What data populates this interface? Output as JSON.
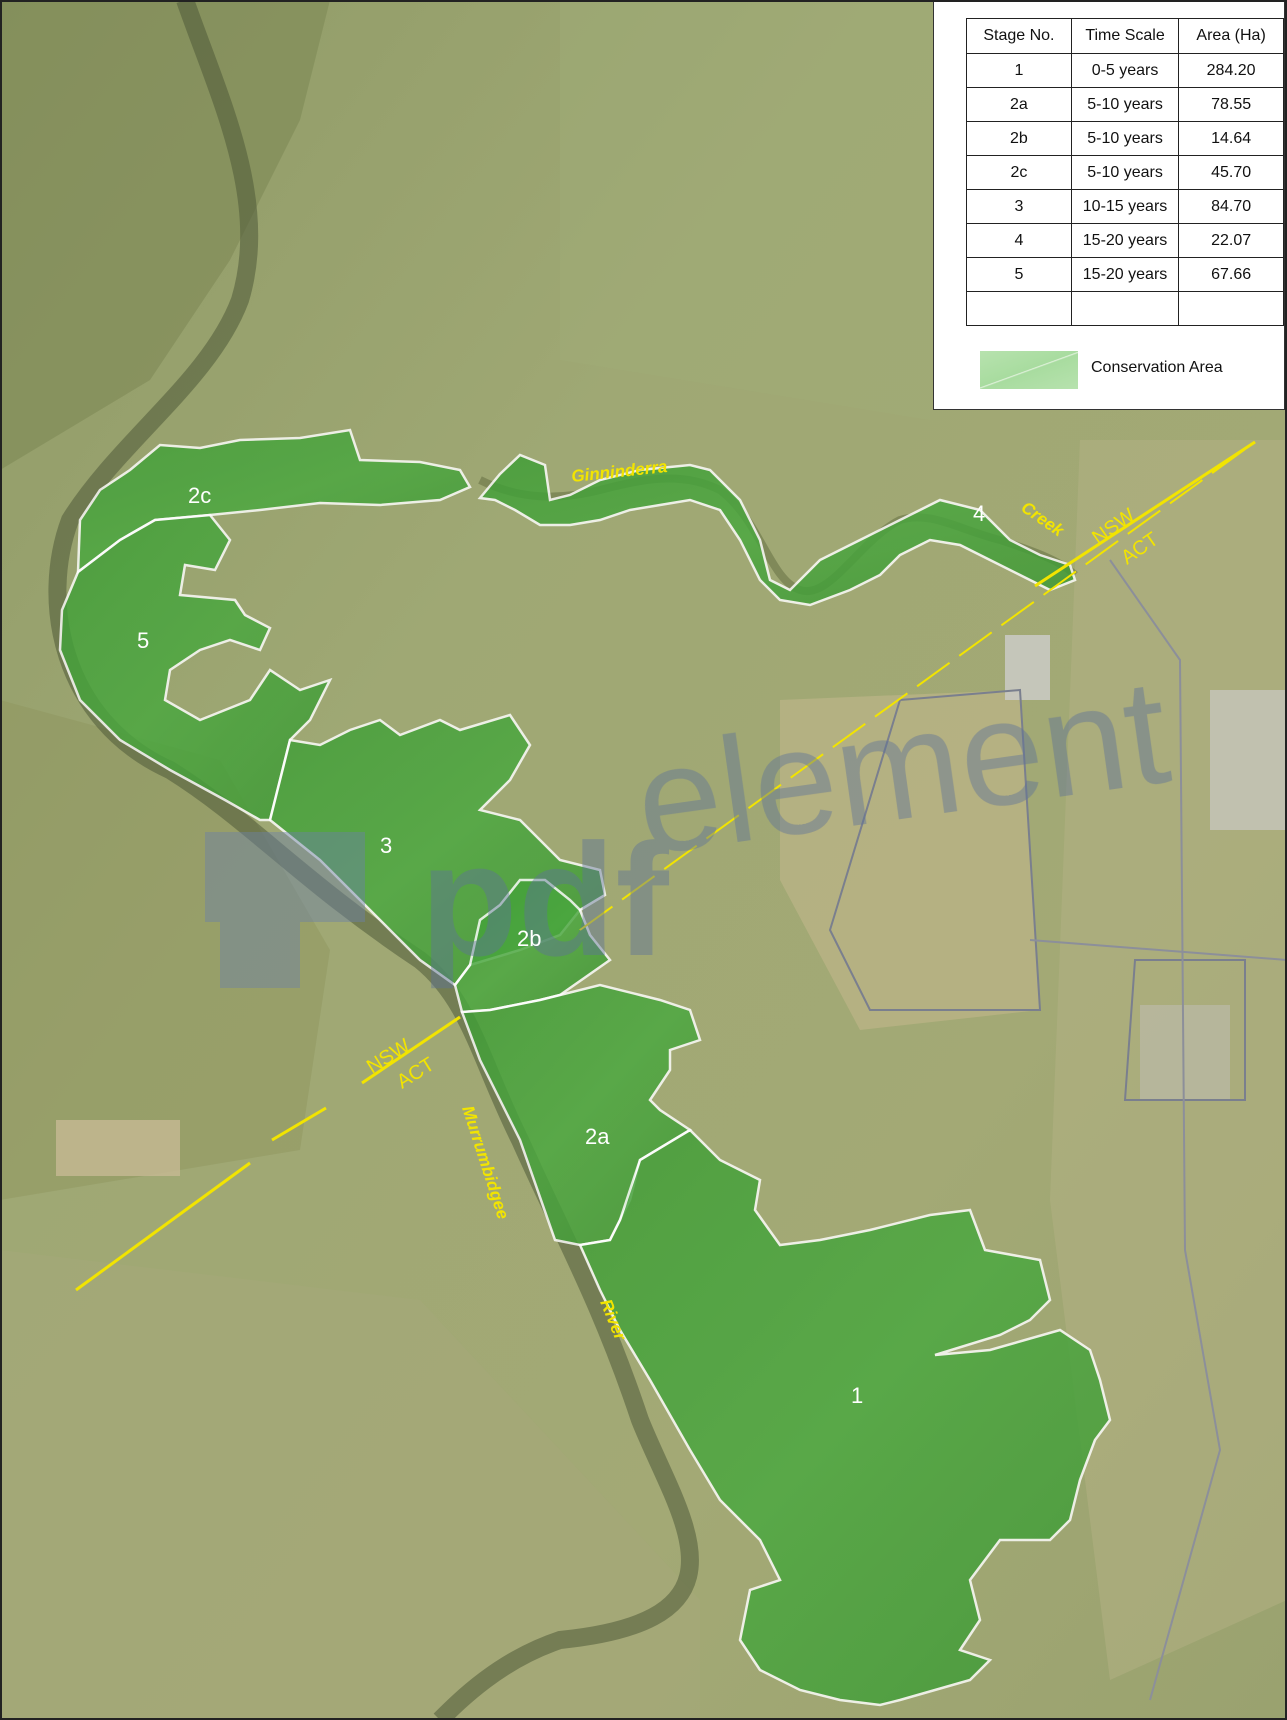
{
  "legend": {
    "headers": [
      "Stage No.",
      "Time Scale",
      "Area (Ha)"
    ],
    "rows": [
      [
        "1",
        "0-5 years",
        "284.20"
      ],
      [
        "2a",
        "5-10 years",
        "78.55"
      ],
      [
        "2b",
        "5-10 years",
        "14.64"
      ],
      [
        "2c",
        "5-10 years",
        "45.70"
      ],
      [
        "3",
        "10-15 years",
        "84.70"
      ],
      [
        "4",
        "15-20 years",
        "22.07"
      ],
      [
        "5",
        "15-20 years",
        "67.66"
      ],
      [
        "",
        "",
        ""
      ]
    ],
    "conservation_label": "Conservation Area",
    "conservation_color": "#b2e0a8"
  },
  "map": {
    "stage_labels": {
      "s1": "1",
      "s2a": "2a",
      "s2b": "2b",
      "s2c": "2c",
      "s3": "3",
      "s4": "4",
      "s5": "5"
    },
    "features": {
      "ginninderra": "Ginninderra",
      "creek": "Creek",
      "murrumbidgee": "Murrumbidgee",
      "river": "River"
    },
    "border": {
      "nsw": "NSW",
      "act": "ACT"
    },
    "watermark": {
      "bold": "pdf",
      "light": "element"
    },
    "colors": {
      "stage_fill": "#47a83c",
      "stage_outline": "#ffffff",
      "border_line": "#f2e400",
      "river_label": "#f2e400"
    }
  }
}
